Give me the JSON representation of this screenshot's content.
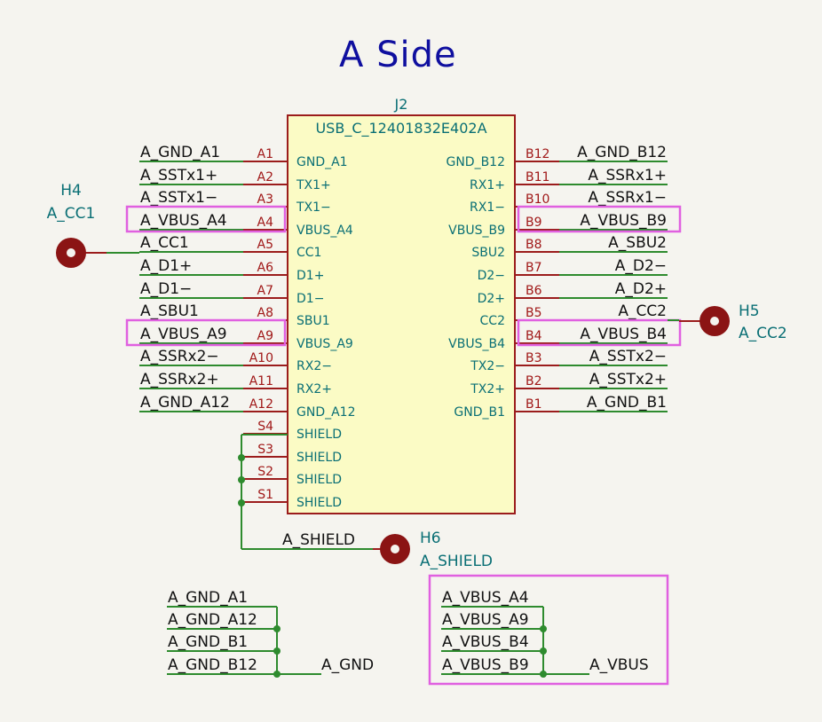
{
  "title": "A Side",
  "connector": {
    "ref": "J2",
    "value": "USB_C_12401832E402A",
    "left_pins": [
      {
        "num": "A1",
        "name": "GND_A1",
        "net": "A_GND_A1"
      },
      {
        "num": "A2",
        "name": "TX1+",
        "net": "A_SSTx1+"
      },
      {
        "num": "A3",
        "name": "TX1−",
        "net": "A_SSTx1−"
      },
      {
        "num": "A4",
        "name": "VBUS_A4",
        "net": "A_VBUS_A4"
      },
      {
        "num": "A5",
        "name": "CC1",
        "net": "A_CC1"
      },
      {
        "num": "A6",
        "name": "D1+",
        "net": "A_D1+"
      },
      {
        "num": "A7",
        "name": "D1−",
        "net": "A_D1−"
      },
      {
        "num": "A8",
        "name": "SBU1",
        "net": "A_SBU1"
      },
      {
        "num": "A9",
        "name": "VBUS_A9",
        "net": "A_VBUS_A9"
      },
      {
        "num": "A10",
        "name": "RX2−",
        "net": "A_SSRx2−"
      },
      {
        "num": "A11",
        "name": "RX2+",
        "net": "A_SSRx2+"
      },
      {
        "num": "A12",
        "name": "GND_A12",
        "net": "A_GND_A12"
      },
      {
        "num": "S4",
        "name": "SHIELD",
        "net": ""
      },
      {
        "num": "S3",
        "name": "SHIELD",
        "net": ""
      },
      {
        "num": "S2",
        "name": "SHIELD",
        "net": ""
      },
      {
        "num": "S1",
        "name": "SHIELD",
        "net": ""
      }
    ],
    "right_pins": [
      {
        "num": "B12",
        "name": "GND_B12",
        "net": "A_GND_B12"
      },
      {
        "num": "B11",
        "name": "RX1+",
        "net": "A_SSRx1+"
      },
      {
        "num": "B10",
        "name": "RX1−",
        "net": "A_SSRx1−"
      },
      {
        "num": "B9",
        "name": "VBUS_B9",
        "net": "A_VBUS_B9"
      },
      {
        "num": "B8",
        "name": "SBU2",
        "net": "A_SBU2"
      },
      {
        "num": "B7",
        "name": "D2−",
        "net": "A_D2−"
      },
      {
        "num": "B6",
        "name": "D2+",
        "net": "A_D2+"
      },
      {
        "num": "B5",
        "name": "CC2",
        "net": "A_CC2"
      },
      {
        "num": "B4",
        "name": "VBUS_B4",
        "net": "A_VBUS_B4"
      },
      {
        "num": "B3",
        "name": "TX2−",
        "net": "A_SSTx2−"
      },
      {
        "num": "B2",
        "name": "TX2+",
        "net": "A_SSTx2+"
      },
      {
        "num": "B1",
        "name": "GND_B1",
        "net": "A_GND_B1"
      }
    ]
  },
  "testpoints": [
    {
      "ref": "H4",
      "net": "A_CC1"
    },
    {
      "ref": "H5",
      "net": "A_CC2"
    },
    {
      "ref": "H6",
      "net": "A_SHIELD"
    }
  ],
  "shield_net": "A_SHIELD",
  "gnd_merge": {
    "inputs": [
      "A_GND_A1",
      "A_GND_A12",
      "A_GND_B1",
      "A_GND_B12"
    ],
    "output": "A_GND"
  },
  "vbus_merge": {
    "inputs": [
      "A_VBUS_A4",
      "A_VBUS_A9",
      "A_VBUS_B4",
      "A_VBUS_B9"
    ],
    "output": "A_VBUS"
  },
  "colors": {
    "wire": "#2e8b2e",
    "pin": "#9b1c1c",
    "highlight": "#e060e0",
    "body": "#fbfbc5",
    "title": "#0f0f9f"
  }
}
